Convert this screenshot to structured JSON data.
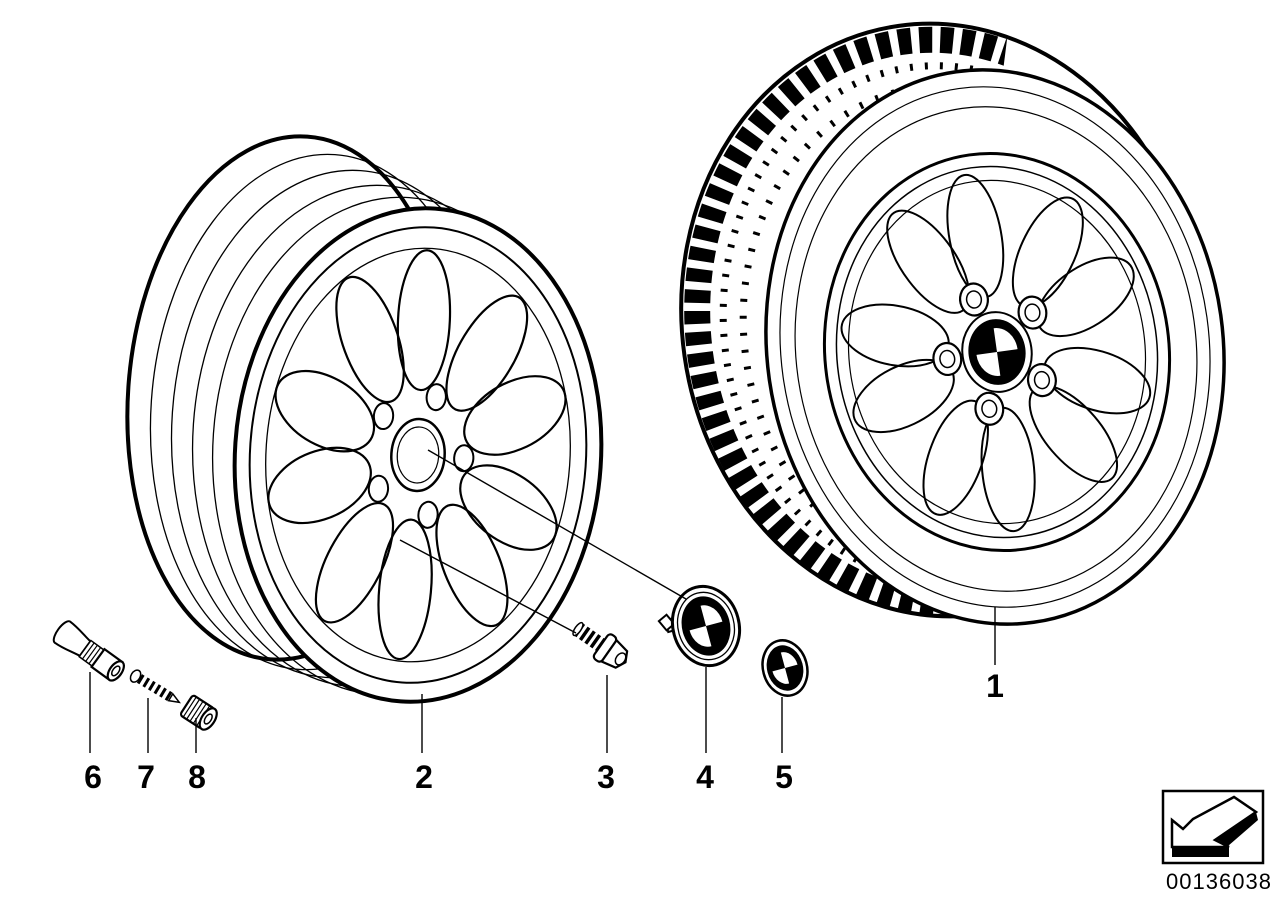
{
  "diagram": {
    "parts": [
      {
        "label": "1"
      },
      {
        "label": "2"
      },
      {
        "label": "3"
      },
      {
        "label": "4"
      },
      {
        "label": "5"
      },
      {
        "label": "6"
      },
      {
        "label": "7"
      },
      {
        "label": "8"
      }
    ]
  },
  "footer": {
    "catalog_number": "00136038",
    "icon": "back-arrow-icon"
  },
  "colors": {
    "line": "#000000",
    "background": "#ffffff"
  }
}
